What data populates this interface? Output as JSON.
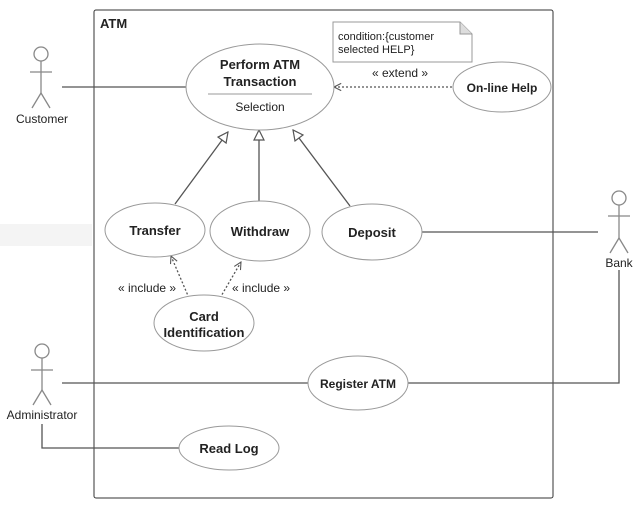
{
  "diagram": {
    "system_title": "ATM",
    "note_line1": "condition:{customer",
    "note_line2": "selected HELP}",
    "actors": {
      "customer": "Customer",
      "bank": "Bank",
      "administrator": "Administrator"
    },
    "use_cases": {
      "perform_line1": "Perform ATM",
      "perform_line2": "Transaction",
      "perform_ext_point": "Selection",
      "online_help": "On-line Help",
      "transfer": "Transfer",
      "withdraw": "Withdraw",
      "deposit": "Deposit",
      "card_line1": "Card",
      "card_line2": "Identification",
      "register_atm": "Register ATM",
      "read_log": "Read Log"
    },
    "relations": {
      "extend": "« extend »",
      "include_left": "« include »",
      "include_right": "« include »"
    },
    "colors": {
      "line": "#555555",
      "ellipse_border": "#999999",
      "text": "#222222"
    }
  }
}
